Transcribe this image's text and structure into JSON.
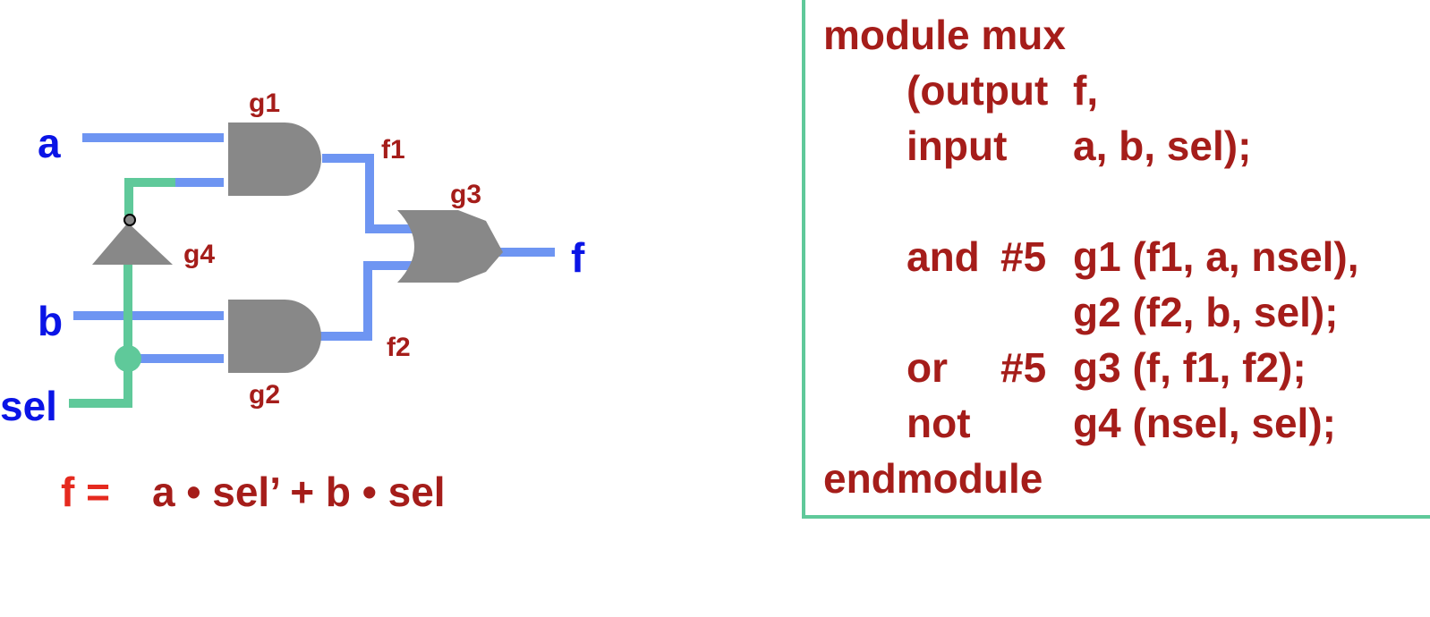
{
  "colors": {
    "wire": "#6e95f2",
    "control_wire": "#5fc99a",
    "gate_fill": "#888888",
    "input_label": "#0a14e6",
    "code_text": "#a51d1a",
    "equation_lhs": "#e52a1f",
    "panel_border": "#5fc99a"
  },
  "circuit": {
    "inputs": {
      "a": "a",
      "b": "b",
      "sel": "sel"
    },
    "output": "f",
    "gates": {
      "g1": {
        "label": "g1",
        "type": "and"
      },
      "g2": {
        "label": "g2",
        "type": "and"
      },
      "g3": {
        "label": "g3",
        "type": "or"
      },
      "g4": {
        "label": "g4",
        "type": "not"
      }
    },
    "nets": {
      "f1": "f1",
      "f2": "f2"
    }
  },
  "equation": {
    "lhs": "f =",
    "rhs": "a • sel’ + b • sel"
  },
  "code": {
    "line1": "module mux",
    "line2": {
      "kw": "(output",
      "args": "f,"
    },
    "line3": {
      "kw": "input",
      "args": "a, b, sel);"
    },
    "line4": {
      "kw": "and",
      "delay": "#5",
      "args": "g1 (f1, a, nsel),"
    },
    "line5": {
      "args": "g2 (f2, b, sel);"
    },
    "line6": {
      "kw": "or",
      "delay": "#5",
      "args": "g3 (f, f1, f2);"
    },
    "line7": {
      "kw": "not",
      "args": "g4 (nsel, sel);"
    },
    "line8": "endmodule"
  }
}
